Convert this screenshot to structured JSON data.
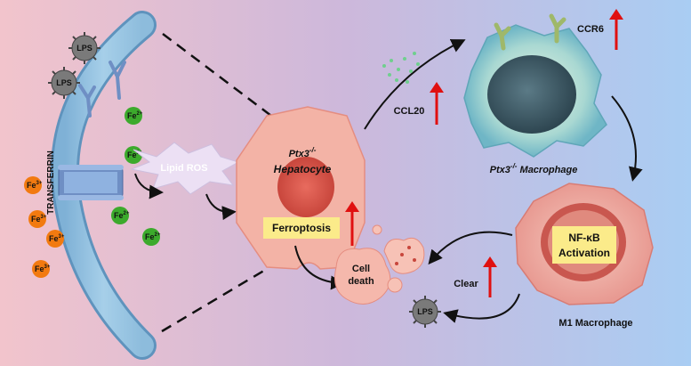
{
  "figure": {
    "receptor_label": "TRANSFERRIN",
    "lps_label": "LPS",
    "fe2_ions": [
      {
        "base": "Fe",
        "charge": "2+"
      },
      {
        "base": "Fe",
        "charge": "2+"
      },
      {
        "base": "Fe",
        "charge": "2+"
      },
      {
        "base": "Fe",
        "charge": "2+"
      }
    ],
    "fe3_ions": [
      {
        "base": "Fe",
        "charge": "3+"
      },
      {
        "base": "Fe",
        "charge": "3+"
      },
      {
        "base": "Fe",
        "charge": "3+"
      },
      {
        "base": "Fe",
        "charge": "3+"
      }
    ],
    "lipid_ros_label": "Lipid ROS",
    "hepatocyte": {
      "gene": "Ptx3",
      "superscript": "-/-",
      "cell": "Hepatocyte",
      "process": "Ferroptosis"
    },
    "ccl20_label": "CCL20",
    "ccr6_label": "CCR6",
    "macrophage": {
      "gene": "Ptx3",
      "superscript": "-/-",
      "cell": "Macrophage"
    },
    "m1": {
      "label": "M1 Macrophage",
      "nfkb_line1": "NF-κB",
      "nfkb_line2": "Activation"
    },
    "clear_label": "Clear",
    "cell_death_line1": "Cell",
    "cell_death_line2": "death",
    "colors": {
      "bg_left": "#f2c4cc",
      "bg_right": "#a9cdf3",
      "up_arrow": "#e01010",
      "fe2": "#3caa2c",
      "fe3": "#f27a10",
      "hepatocyte": "#f3b3a6",
      "ferroptosis_box": "#fbeb8a",
      "nfkb_box": "#fbeb8a"
    }
  }
}
